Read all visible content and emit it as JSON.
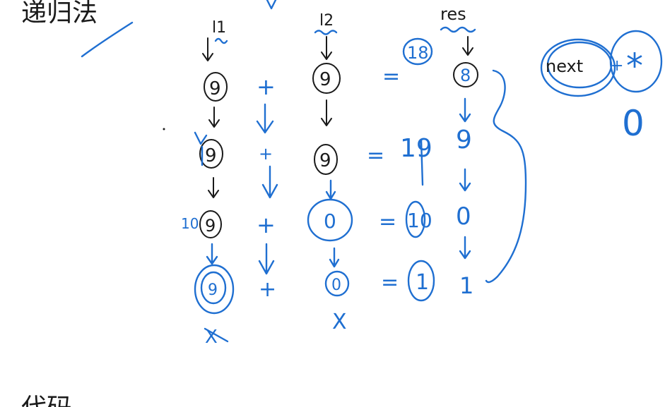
{
  "title": "递归法",
  "bottom_text": "代码",
  "columns": {
    "l1": {
      "label": "l1",
      "values": [
        "9",
        "9",
        "9",
        "9"
      ]
    },
    "l2": {
      "label": "l2",
      "values": [
        "9",
        "9",
        "0",
        "0"
      ]
    },
    "res": {
      "label": "res",
      "values": [
        "8",
        "9",
        "0",
        "1"
      ]
    }
  },
  "plus": [
    "+",
    "+",
    "+",
    "+"
  ],
  "eq": [
    "=",
    "=",
    "=",
    "="
  ],
  "sums": [
    "18",
    "19",
    "10",
    "1"
  ],
  "carry_mark": "10",
  "end_marks": {
    "l1": "X",
    "l2": "X"
  },
  "next_box": {
    "label": "next",
    "plus": "+",
    "star": "*"
  },
  "carry_zero": "0"
}
